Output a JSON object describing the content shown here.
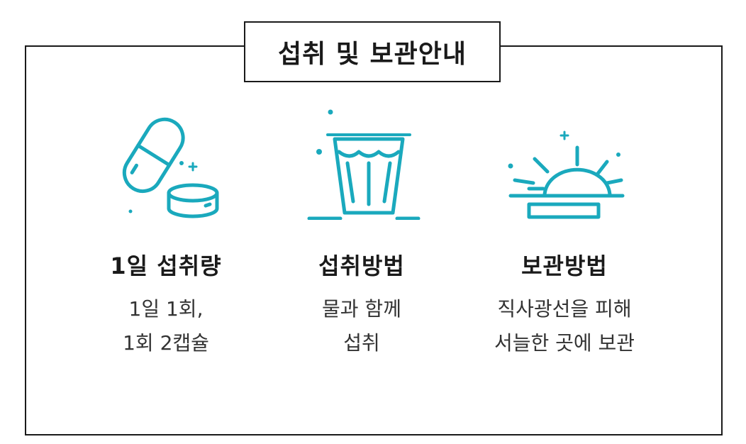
{
  "title": "섭취 및 보관안내",
  "accent_color": "#1aa9bd",
  "items": [
    {
      "icon": "capsule-and-tablet-icon",
      "heading": "1일 섭취량",
      "lines": [
        "1일 1회,",
        "1회 2캡슐"
      ]
    },
    {
      "icon": "water-glass-icon",
      "heading": "섭취방법",
      "lines": [
        "물과 함께",
        "섭취"
      ]
    },
    {
      "icon": "sunlight-icon",
      "heading": "보관방법",
      "lines": [
        "직사광선을 피해",
        "서늘한 곳에 보관"
      ]
    }
  ]
}
